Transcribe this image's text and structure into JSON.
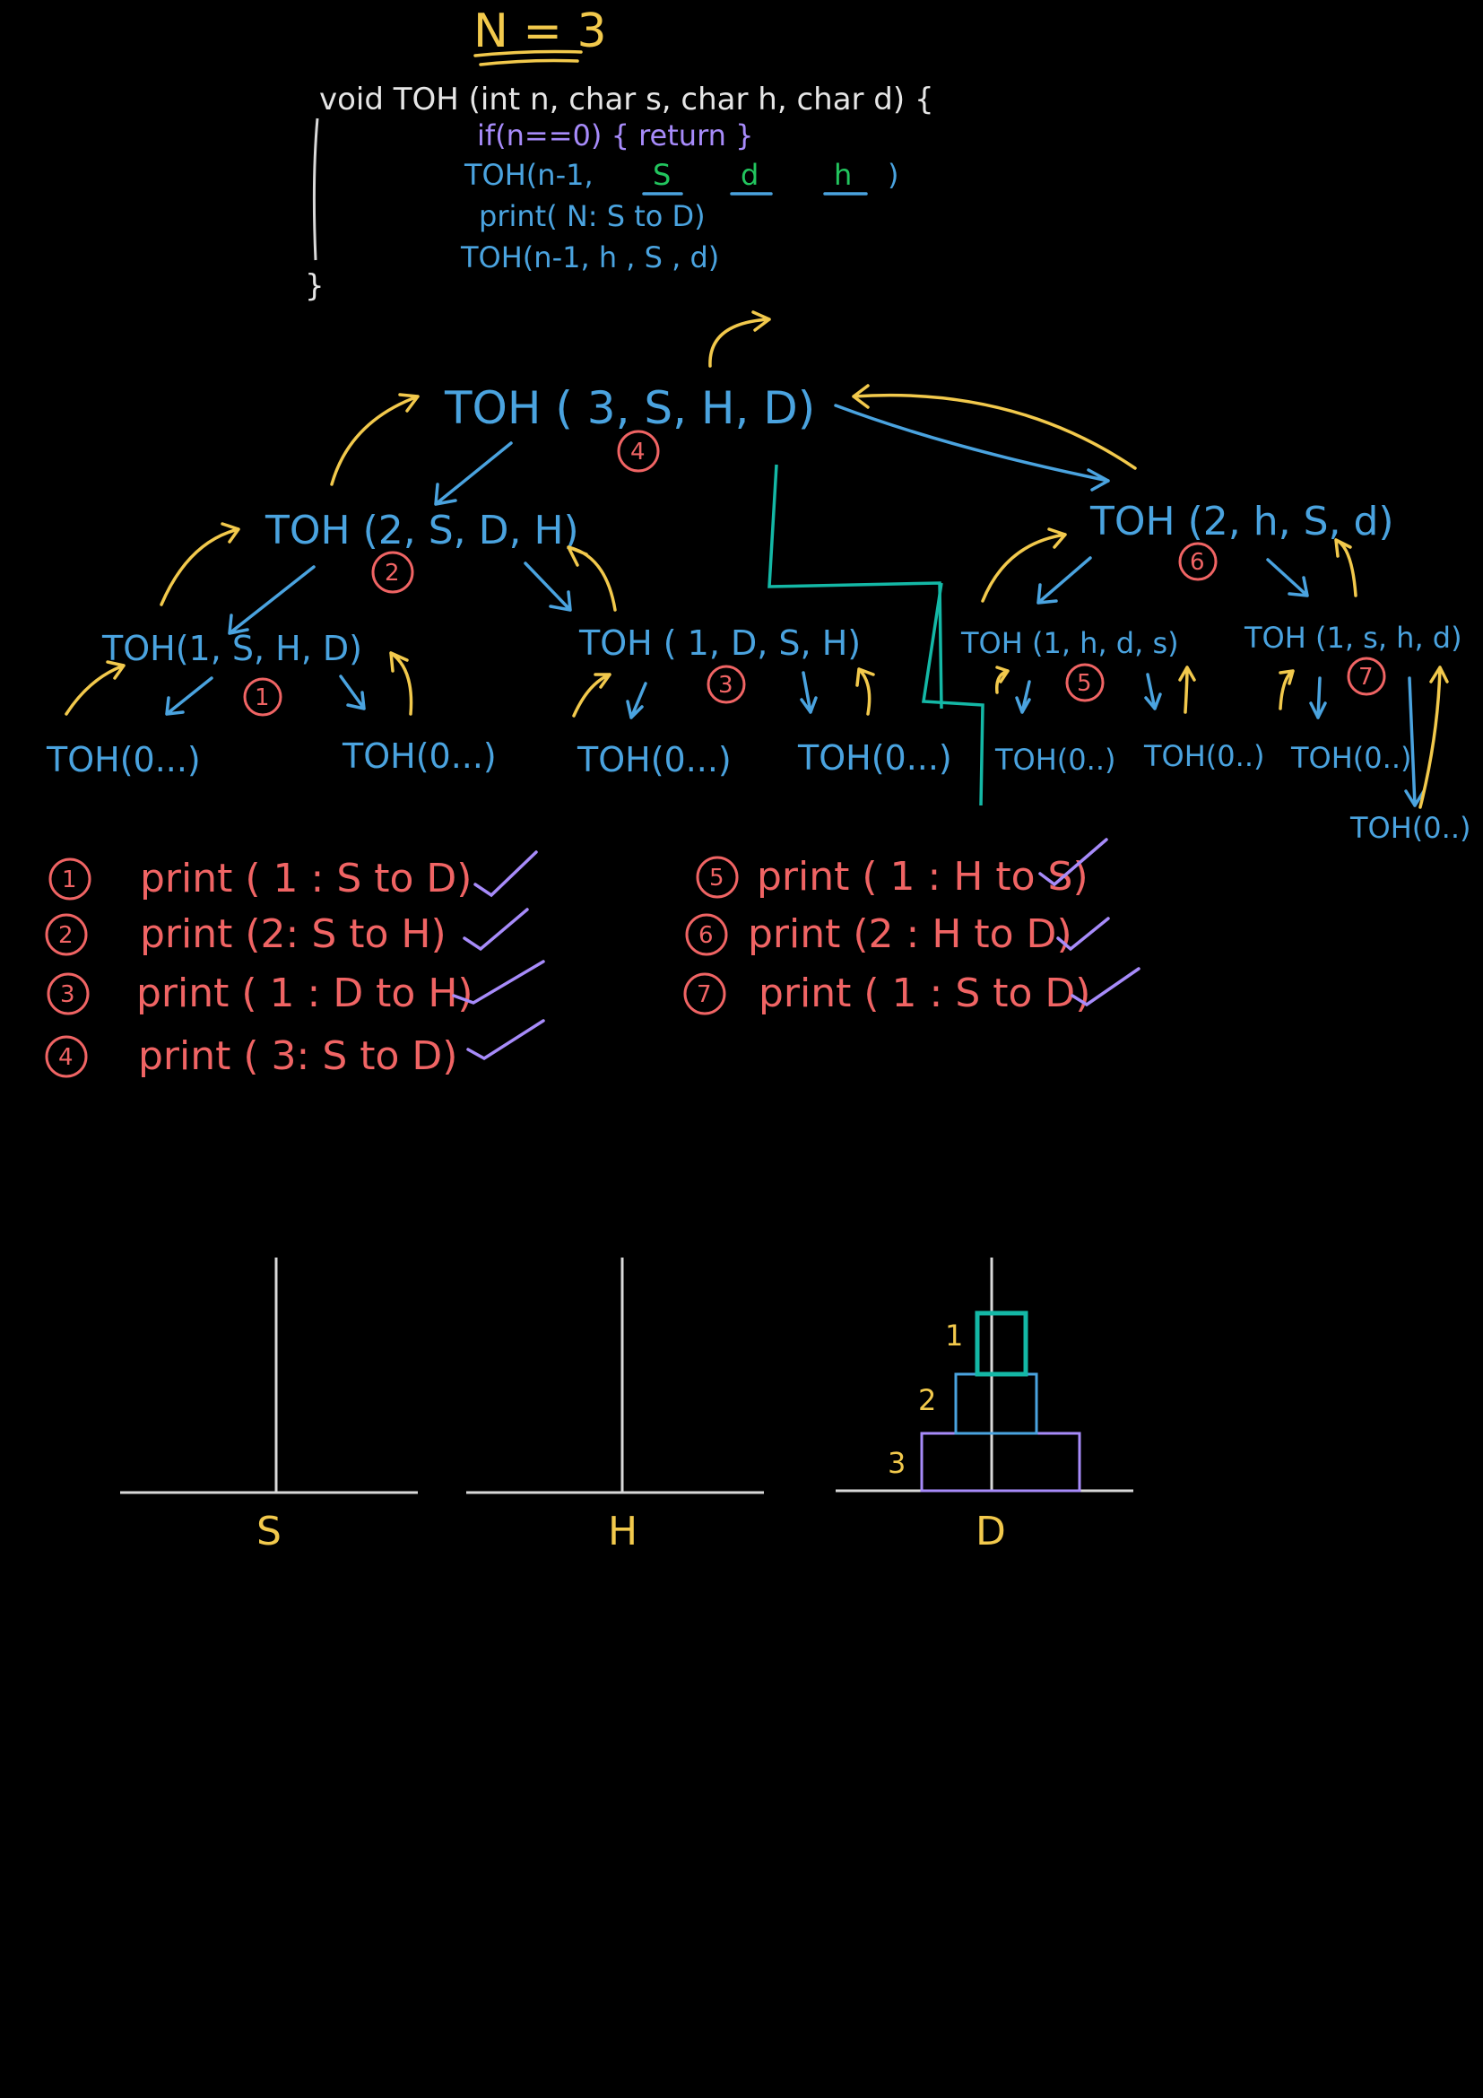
{
  "title": "N = 3",
  "code": {
    "signature": "void TOH (int n, char s, char h, char d) {",
    "base_case": "if(n==0) { return }",
    "recurse_1_prefix": "TOH(n-1,",
    "recurse_1_arg_s": "S",
    "recurse_1_arg_d": "d",
    "recurse_1_arg_h": "h",
    "print_line": "print( N: S to D)",
    "recurse_2": "TOH(n-1, h , S , d)",
    "closing": "}"
  },
  "tree": {
    "root": "TOH ( 3, S, H, D)",
    "left": "TOH (2, S, D, H)",
    "right": "TOH (2, h, S, d)",
    "ll": "TOH(1, S, H, D)",
    "lr": "TOH ( 1, D, S, H)",
    "rl": "TOH (1, h, d, s)",
    "rr": "TOH (1, s, h, d)",
    "leaf_1": "TOH(0...)",
    "leaf_2": "TOH(0...)",
    "leaf_3": "TOH(0...)",
    "leaf_4": "TOH(0...)",
    "leaf_5": "TOH(0..)",
    "leaf_6": "TOH(0..)",
    "leaf_7": "TOH(0..)",
    "leaf_8": "TOH(0..)"
  },
  "step_numbers": [
    "1",
    "2",
    "3",
    "4",
    "5",
    "6",
    "7"
  ],
  "prints": [
    {
      "num": "1",
      "text": "print ( 1 : S to D)"
    },
    {
      "num": "2",
      "text": "print (2: S to H)"
    },
    {
      "num": "3",
      "text": "print ( 1 : D to H)"
    },
    {
      "num": "4",
      "text": "print ( 3: S to D)"
    },
    {
      "num": "5",
      "text": "print ( 1 : H to S)"
    },
    {
      "num": "6",
      "text": "print (2 : H to D)"
    },
    {
      "num": "7",
      "text": "print ( 1 : S to D)"
    }
  ],
  "pegs": [
    "S",
    "H",
    "D"
  ],
  "disks": [
    {
      "label": "1",
      "color": "#14b8a6"
    },
    {
      "label": "2",
      "color": "#4aa3df"
    },
    {
      "label": "3",
      "color": "#a78bfa"
    }
  ]
}
